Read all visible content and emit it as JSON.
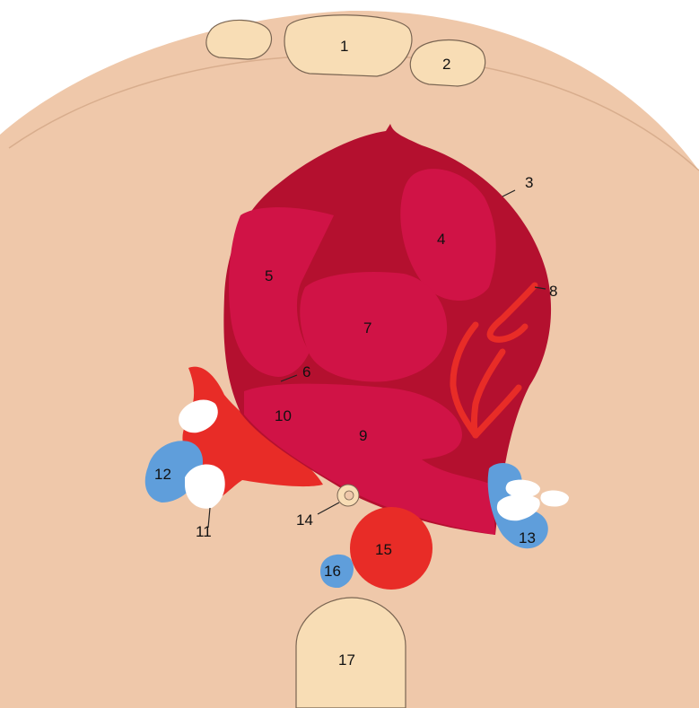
{
  "colors": {
    "background": "#ffffff",
    "body": "#efc8aa",
    "body_line": "#d8ad8d",
    "bone": "#f8ddb5",
    "bone_stroke": "#7a6552",
    "heart_outer": "#b4102f",
    "heart_chamber": "#d01346",
    "artery": "#e82c27",
    "vein": "#5f9edb",
    "nerve": "#ffffff",
    "leader": "#222222"
  },
  "labels": {
    "l1": "1",
    "l2": "2",
    "l3": "3",
    "l4": "4",
    "l5": "5",
    "l6": "6",
    "l7": "7",
    "l8": "8",
    "l9": "9",
    "l10": "10",
    "l11": "11",
    "l12": "12",
    "l13": "13",
    "l14": "14",
    "l15": "15",
    "l16": "16",
    "l17": "17"
  }
}
